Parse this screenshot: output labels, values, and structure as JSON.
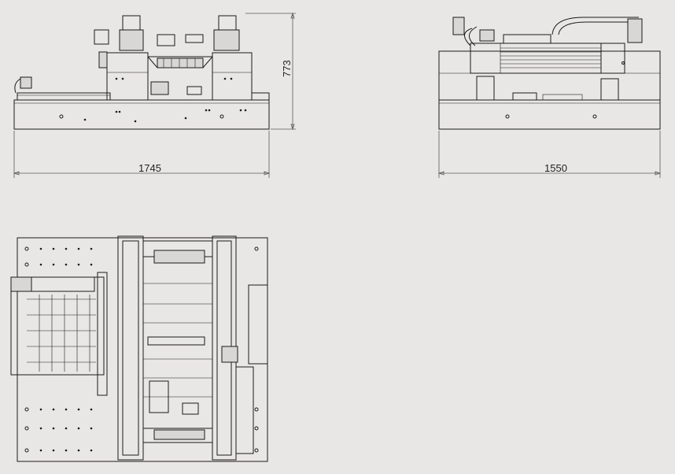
{
  "views": {
    "front": {
      "width_dimension": "1745",
      "height_dimension": "773"
    },
    "side": {
      "width_dimension": "1550"
    },
    "top": {}
  },
  "colors": {
    "background": "#e9e7e5",
    "line": "#1b1b1b"
  }
}
